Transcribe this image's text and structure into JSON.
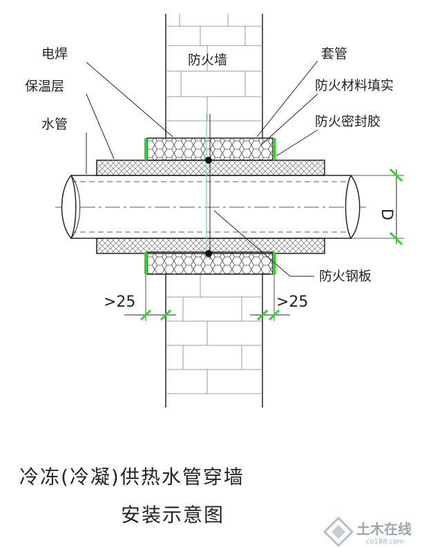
{
  "labels": {
    "electric_weld": "电焊",
    "insulation": "保温层",
    "water_pipe": "水管",
    "firewall": "防火墙",
    "sleeve": "套管",
    "fire_fill": "防火材料填实",
    "fire_sealant": "防火密封胶",
    "fire_steel_plate": "防火钢板",
    "diameter": "D"
  },
  "dimensions": {
    "left": ">25",
    "right": ">25"
  },
  "title": {
    "line1": "冷冻(冷凝)供热水管穿墙",
    "line2": "安装示意图"
  },
  "watermark": {
    "name": "土木在线",
    "url": "co188.com"
  },
  "colors": {
    "line": "#222222",
    "weld_green": "#22dd22",
    "hatch": "#444444",
    "watermark": "#9aa6b0"
  }
}
